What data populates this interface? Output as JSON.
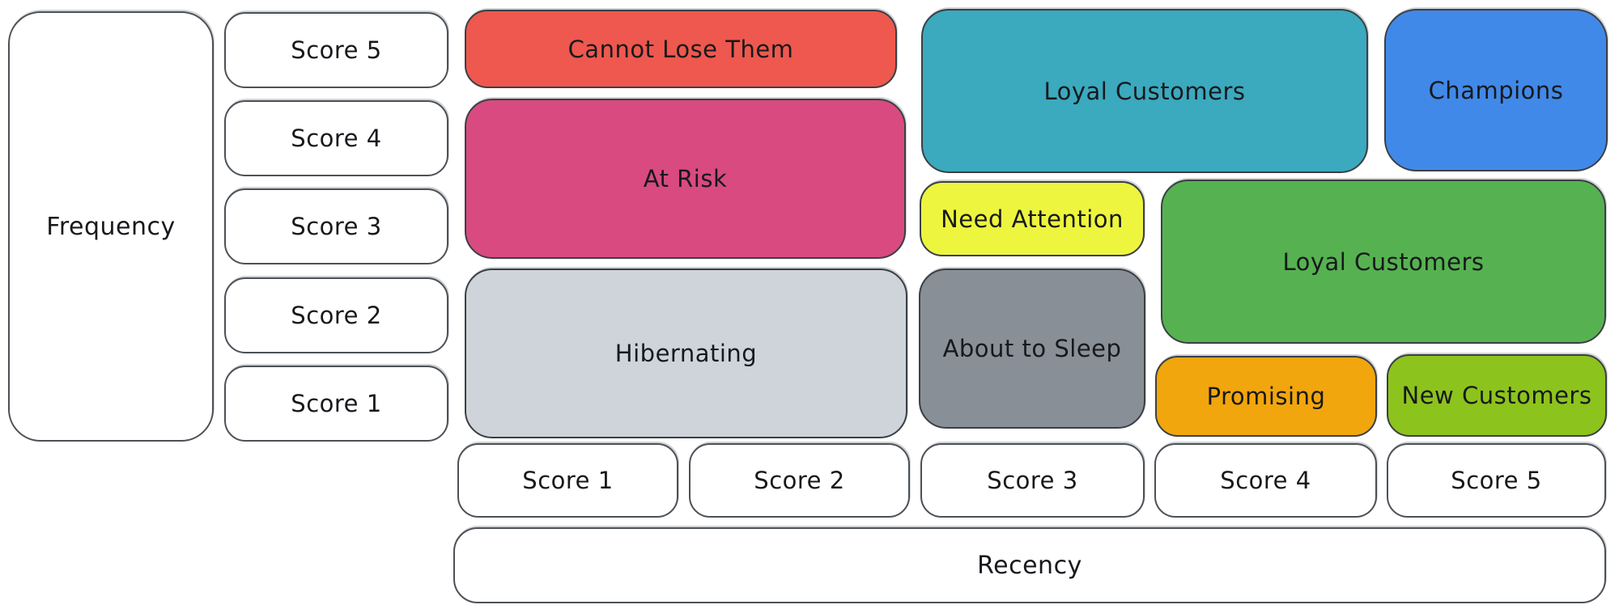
{
  "diagram": {
    "type": "rfm-customer-segmentation-map",
    "frequency_axis": {
      "label": "Frequency",
      "scores": [
        "Score 5",
        "Score 4",
        "Score 3",
        "Score 2",
        "Score 1"
      ]
    },
    "recency_axis": {
      "label": "Recency",
      "scores": [
        "Score 1",
        "Score 2",
        "Score 3",
        "Score 4",
        "Score 5"
      ]
    },
    "segments": [
      {
        "label": "Cannot Lose Them",
        "color": "#ee584e",
        "text_color": "#17191c",
        "recency_scores": "1-2",
        "frequency_scores": "5"
      },
      {
        "label": "At Risk",
        "color": "#d94a80",
        "text_color": "#17191c",
        "recency_scores": "1-2",
        "frequency_scores": "3-4"
      },
      {
        "label": "Hibernating",
        "color": "#ced4da",
        "text_color": "#17191c",
        "recency_scores": "1-2",
        "frequency_scores": "1-2"
      },
      {
        "label": "Loyal Customers",
        "color": "#3ba9be",
        "text_color": "#17191c",
        "recency_scores": "3-4",
        "frequency_scores": "4-5"
      },
      {
        "label": "Champions",
        "color": "#4189e8",
        "text_color": "#17191c",
        "recency_scores": "5",
        "frequency_scores": "4-5"
      },
      {
        "label": "Need Attention",
        "color": "#edf53e",
        "text_color": "#17191c",
        "recency_scores": "3",
        "frequency_scores": "3"
      },
      {
        "label": "Loyal Customers",
        "color": "#56b250",
        "text_color": "#17191c",
        "recency_scores": "4-5",
        "frequency_scores": "2-3"
      },
      {
        "label": "About to Sleep",
        "color": "#888f97",
        "text_color": "#17191c",
        "recency_scores": "3",
        "frequency_scores": "1-2"
      },
      {
        "label": "Promising",
        "color": "#f2a60d",
        "text_color": "#17191c",
        "recency_scores": "4",
        "frequency_scores": "1"
      },
      {
        "label": "New Customers",
        "color": "#8dc31d",
        "text_color": "#17191c",
        "recency_scores": "5",
        "frequency_scores": "1"
      }
    ]
  }
}
